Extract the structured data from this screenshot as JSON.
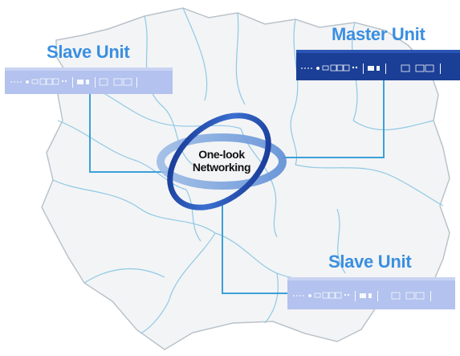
{
  "diagram": {
    "center": {
      "line1": "One-look",
      "line2": "Networking"
    },
    "units": [
      {
        "role": "slave",
        "label": "Slave Unit"
      },
      {
        "role": "master",
        "label": "Master Unit"
      },
      {
        "role": "slave",
        "label": "Slave Unit"
      }
    ]
  },
  "colors": {
    "master_device": "#1b3f96",
    "slave_device": "#b3c2ee",
    "connector": "#3ba0d8",
    "label": "#3a8fe0",
    "map_fill": "#f3f4f5",
    "map_border": "#8fc9e6",
    "ellipse_dark": "#16389c",
    "ellipse_light": "#7fa8df"
  }
}
